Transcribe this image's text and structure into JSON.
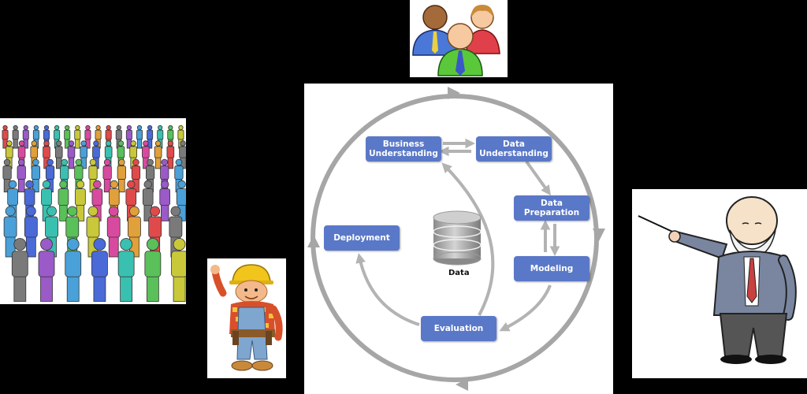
{
  "diagram": {
    "nodes": {
      "business_understanding": "Business\nUnderstanding",
      "data_understanding": "Data\nUnderstanding",
      "data_preparation": "Data\nPreparation",
      "modeling": "Modeling",
      "evaluation": "Evaluation",
      "deployment": "Deployment"
    },
    "center_label": "Data",
    "colors": {
      "node": "#5a78c8",
      "arrows": "#b3b3b3",
      "ring": "#a6a6a6"
    }
  },
  "images": {
    "users": "users-group-icon",
    "crowd": "crowd-of-people-illustration",
    "builder": "builder-cartoon",
    "teacher": "professor-pointing-cartoon"
  }
}
